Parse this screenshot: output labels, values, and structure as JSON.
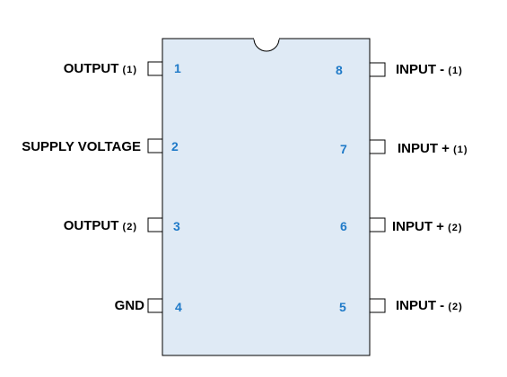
{
  "chip": {
    "body_color": "#dfeaf5",
    "outline_color": "#000000",
    "pin_number_color": "#1f7ac8"
  },
  "pins_left": [
    {
      "number": "1",
      "name": "OUTPUT",
      "suffix": "(1)"
    },
    {
      "number": "2",
      "name": "SUPPLY VOLTAGE",
      "suffix": ""
    },
    {
      "number": "3",
      "name": "OUTPUT",
      "suffix": "(2)"
    },
    {
      "number": "4",
      "name": "GND",
      "suffix": ""
    }
  ],
  "pins_right": [
    {
      "number": "8",
      "name": "INPUT -",
      "suffix": "(1)"
    },
    {
      "number": "7",
      "name": "INPUT +",
      "suffix": "(1)"
    },
    {
      "number": "6",
      "name": "INPUT +",
      "suffix": "(2)"
    },
    {
      "number": "5",
      "name": "INPUT -",
      "suffix": "(2)"
    }
  ]
}
